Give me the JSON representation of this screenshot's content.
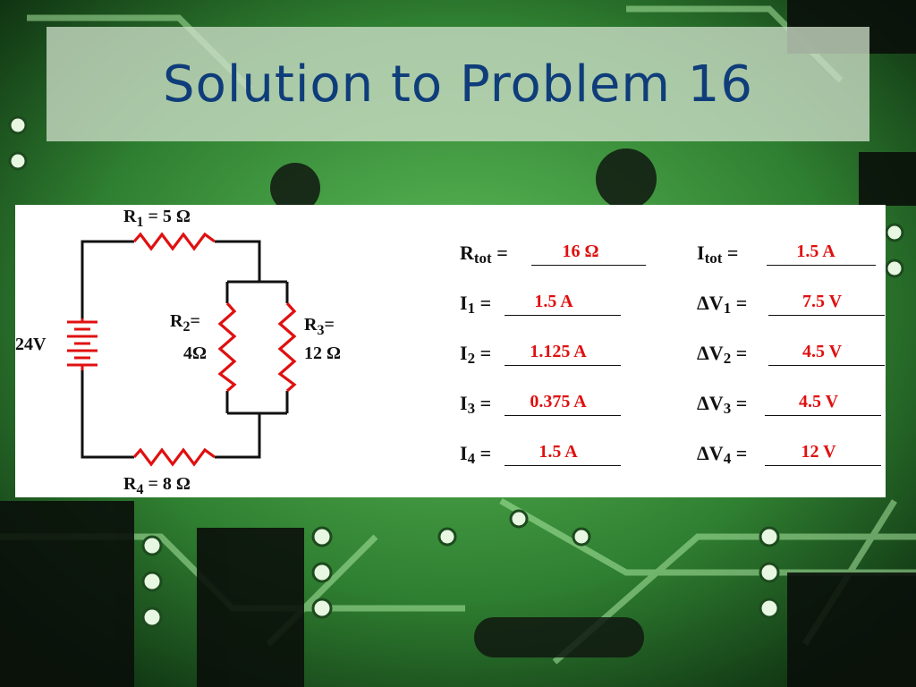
{
  "slide": {
    "title": "Solution to Problem 16"
  },
  "circuit": {
    "battery_label": "24V",
    "r1": {
      "main": "R",
      "sub": "1",
      "rest": " = 5 Ω"
    },
    "r2": {
      "main": "R",
      "sub": "2",
      "rest": "=",
      "value": "4Ω"
    },
    "r3": {
      "main": "R",
      "sub": "3",
      "rest": "=",
      "value": "12 Ω"
    },
    "r4": {
      "main": "R",
      "sub": "4",
      "rest": " = 8 Ω"
    }
  },
  "answers": {
    "r_tot": {
      "main": "R",
      "sub": "tot",
      "eq": " = ",
      "value": "16 Ω"
    },
    "i_tot": {
      "main": "I",
      "sub": "tot",
      "eq": " = ",
      "value": "1.5 A"
    },
    "i1": {
      "main": "I",
      "sub": "1",
      "eq": " = ",
      "value": "1.5 A"
    },
    "dv1": {
      "main": "ΔV",
      "sub": "1",
      "eq": " = ",
      "value": "7.5 V"
    },
    "i2": {
      "main": "I",
      "sub": "2",
      "eq": " = ",
      "value": "1.125 A"
    },
    "dv2": {
      "main": "ΔV",
      "sub": "2",
      "eq": " = ",
      "value": "4.5 V"
    },
    "i3": {
      "main": "I",
      "sub": "3",
      "eq": " = ",
      "value": "0.375 A"
    },
    "dv3": {
      "main": "ΔV",
      "sub": "3",
      "eq": " = ",
      "value": "4.5 V"
    },
    "i4": {
      "main": "I",
      "sub": "4",
      "eq": " = ",
      "value": "1.5 A"
    },
    "dv4": {
      "main": "ΔV",
      "sub": "4",
      "eq": " = ",
      "value": "12 V"
    }
  },
  "colors": {
    "title": "#0f3d7a",
    "answer": "#e01010",
    "resistor": "#e01010",
    "wire": "#111111"
  }
}
